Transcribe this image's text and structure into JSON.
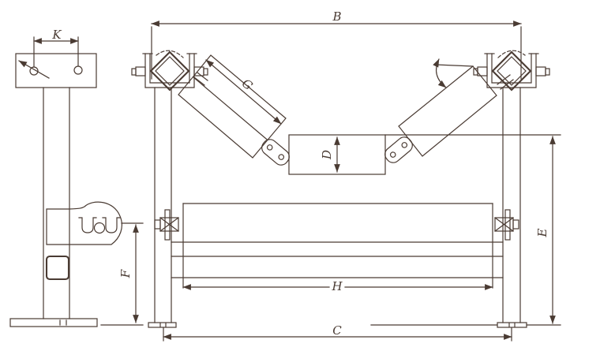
{
  "drawing": {
    "background_color": "#ffffff",
    "line_color": "#4a3b33",
    "labels": {
      "b": "B",
      "k": "K",
      "g": "G",
      "d": "D",
      "e": "E",
      "f": "F",
      "h": "H",
      "c": "C"
    }
  }
}
